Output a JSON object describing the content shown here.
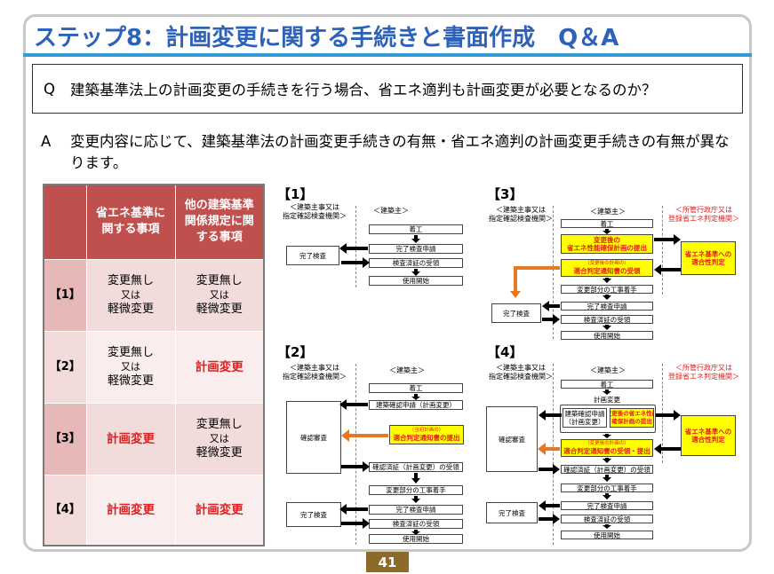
{
  "header": {
    "title": "ステップ8：計画変更に関する手続きと書面作成　Q＆A"
  },
  "question": {
    "mark": "Q",
    "text": "建築基準法上の計画変更の手続きを行う場合、省エネ適判も計画変更が必要となるのか？"
  },
  "answer": {
    "mark": "A",
    "text": "変更内容に応じて、建築基準法の計画変更手続きの有無・省エネ適判の計画変更手続きの有無が異なります。"
  },
  "matrix": {
    "col1": "省エネ基準に関する事項",
    "col2": "他の建築基準関係規定に関する事項",
    "rows": [
      {
        "label": "【1】",
        "c1": [
          "変更無し",
          "又は",
          "軽微変更"
        ],
        "c1_red": false,
        "c2": [
          "変更無し",
          "又は",
          "軽微変更"
        ],
        "c2_red": false
      },
      {
        "label": "【2】",
        "c1": [
          "変更無し",
          "又は",
          "軽微変更"
        ],
        "c1_red": false,
        "c2": [
          "計画変更"
        ],
        "c2_red": true
      },
      {
        "label": "【3】",
        "c1": [
          "計画変更"
        ],
        "c1_red": true,
        "c2": [
          "変更無し",
          "又は",
          "軽微変更"
        ],
        "c2_red": false
      },
      {
        "label": "【4】",
        "c1": [
          "計画変更"
        ],
        "c1_red": true,
        "c2": [
          "計画変更"
        ],
        "c2_red": true
      }
    ]
  },
  "panels": {
    "p1": {
      "label": "【1】",
      "party_left": "＜建築主事又は\n指定確認検査機関＞",
      "party_mid": "＜建築主＞",
      "left_box": "完了検査",
      "steps": [
        "着工",
        "完了検査申請",
        "検査済証の受領",
        "使用開始"
      ]
    },
    "p2": {
      "label": "【2】",
      "party_left": "＜建築主事又は\n指定確認検査機関＞",
      "party_mid": "＜建築主＞",
      "left_box1": "確認審査",
      "left_box2": "完了検査",
      "steps": [
        "着工",
        "建築確認申請（計画変更）",
        "確認済証（計画変更）の受領",
        "変更部分の工事着手",
        "完了検査申請",
        "検査済証の受領",
        "使用開始"
      ],
      "yellow_sub": "（当初計画の）",
      "yellow_main": "適合判定通知書の提出"
    },
    "p3": {
      "label": "【3】",
      "party_left": "＜建築主事又は\n指定確認検査機関＞",
      "party_mid": "＜建築主＞",
      "party_right": "＜所管行政庁又は\n登録省エネ判定機関＞",
      "right_box": "省エネ基準への\n適合性判定",
      "left_box": "完了検査",
      "steps": [
        "着工",
        "変更部分の工事着手",
        "完了検査申請",
        "検査済証の受領",
        "使用開始"
      ],
      "yellow1": "変更後の\n省エネ性能確保計画の提出",
      "yellow2_sub": "（変更後の計画の）",
      "yellow2_main": "適合判定通知書の受領"
    },
    "p4": {
      "label": "【4】",
      "party_left": "＜建築主事又は\n指定確認検査機関＞",
      "party_mid": "＜建築主＞",
      "party_right": "＜所管行政庁又は\n登録省エネ判定機関＞",
      "right_box": "省エネ基準への\n適合性判定",
      "left_box1": "確認審査",
      "left_box2": "完了検査",
      "steps": [
        "着工",
        "計画変更",
        "建築確認申請\n（計画変更）",
        "確認済証（計画変更）の受領",
        "変更部分の工事着手",
        "完了検査申請",
        "検査済証の受領",
        "使用開始"
      ],
      "yellow1": "変更後の省エネ性能\n確保計画の提出",
      "yellow2_sub": "（変更後の計画の）",
      "yellow2_main": "適合判定通知書の受領・提出"
    }
  },
  "footer": {
    "page_number": "41"
  },
  "colors": {
    "title": "#2e62b8",
    "rule": "#2e9bd6",
    "table_header": "#c0504d",
    "highlight": "#ffff00",
    "orange_arrow": "#e87722",
    "page_badge": "#8c6a2c"
  }
}
